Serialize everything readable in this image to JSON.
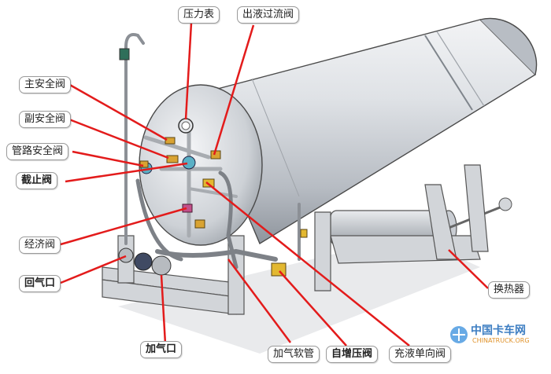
{
  "labels": {
    "pressure_gauge": "压力表",
    "outlet_excess_flow_valve": "出液过流阀",
    "main_safety_valve": "主安全阀",
    "secondary_safety_valve": "副安全阀",
    "pipeline_safety_valve": "管路安全阀",
    "shutoff_valve": "截止阀",
    "economizer_valve": "经济阀",
    "return_gas_port": "回气口",
    "heat_exchanger": "换热器",
    "fill_port": "加气口",
    "fill_hose": "加气软管",
    "pressure_build_valve": "自增压阀",
    "fill_check_valve": "充液单向阀"
  },
  "watermark": {
    "brand": "中国卡车网",
    "site": "CHINATRUCK.ORG"
  },
  "colors": {
    "leader_line": "#e31b1b",
    "tank_body": "#c9cdd3",
    "label_border": "#9a9a9a"
  }
}
